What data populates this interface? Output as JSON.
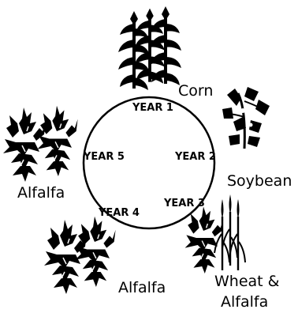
{
  "cycle": {
    "years": [
      {
        "label": "YEAR 1"
      },
      {
        "label": "YEAR 2"
      },
      {
        "label": "YEAR 3"
      },
      {
        "label": "YEAR 4"
      },
      {
        "label": "YEAR 5"
      }
    ]
  },
  "crops": [
    {
      "name": "Corn",
      "icon": "corn-plant-icon"
    },
    {
      "name": "Soybean",
      "icon": "soybean-plant-icon"
    },
    {
      "name_line1": "Wheat &",
      "name_line2": "Alfalfa",
      "icon": "wheat-alfalfa-plant-icon"
    },
    {
      "name": "Alfalfa",
      "icon": "alfalfa-plant-icon"
    },
    {
      "name": "Alfalfa",
      "icon": "alfalfa-plant-icon"
    }
  ],
  "colors": {
    "ink": "#000000",
    "background": "#ffffff"
  }
}
